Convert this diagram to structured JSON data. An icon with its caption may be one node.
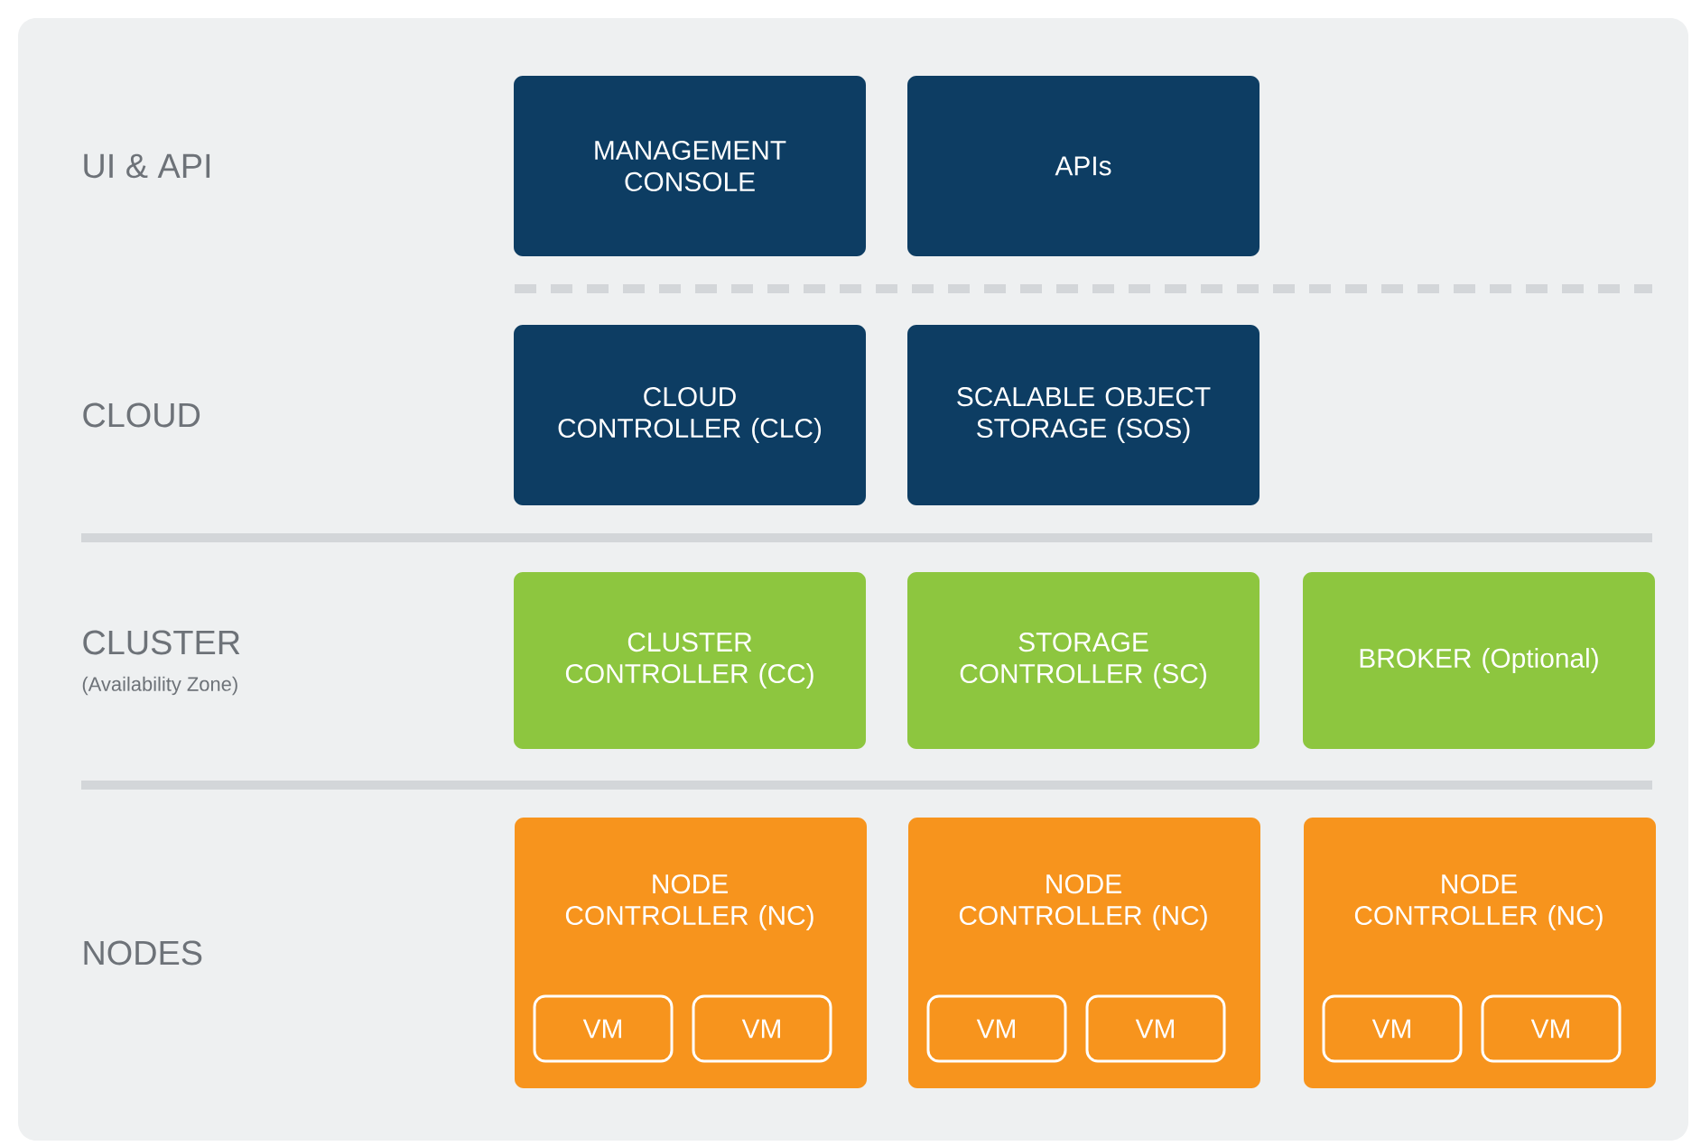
{
  "diagram": {
    "nodes": [
      {
        "text": [
          "MANAGEMENT CONSOLE"
        ]
      },
      {
        "text": [
          "APIs"
        ]
      },
      {
        "text": [
          "CLOUD CONTROLLER (CLC)"
        ]
      },
      {
        "text": [
          "SCALABLE OBJECT STORAGE (SOS)"
        ]
      },
      {
        "text": [
          "CLUSTER CONTROLLER (CC)"
        ]
      },
      {
        "text": [
          "STORAGE CONTROLLER (SC)"
        ]
      },
      {
        "text": [
          "BROKER (Optional)"
        ]
      },
      {
        "text": [
          "NODE CONTROLLER (NC)"
        ]
      },
      {
        "text": [
          "VM"
        ],
        "in": 7
      },
      {
        "text": [
          "VM"
        ],
        "in": 7
      },
      {
        "text": [
          "NODE CONTROLLER (NC)"
        ]
      },
      {
        "text": [
          "VM"
        ],
        "in": 10
      },
      {
        "text": [
          "VM"
        ],
        "in": 10
      },
      {
        "text": [
          "NODE CONTROLLER (NC)"
        ]
      },
      {
        "text": [
          "VM"
        ],
        "in": 13
      },
      {
        "text": [
          "VM"
        ],
        "in": 13
      }
    ],
    "labels": [
      "UI & API",
      "CLOUD",
      "CLUSTER",
      "(Availability Zone)",
      "NODES"
    ]
  }
}
